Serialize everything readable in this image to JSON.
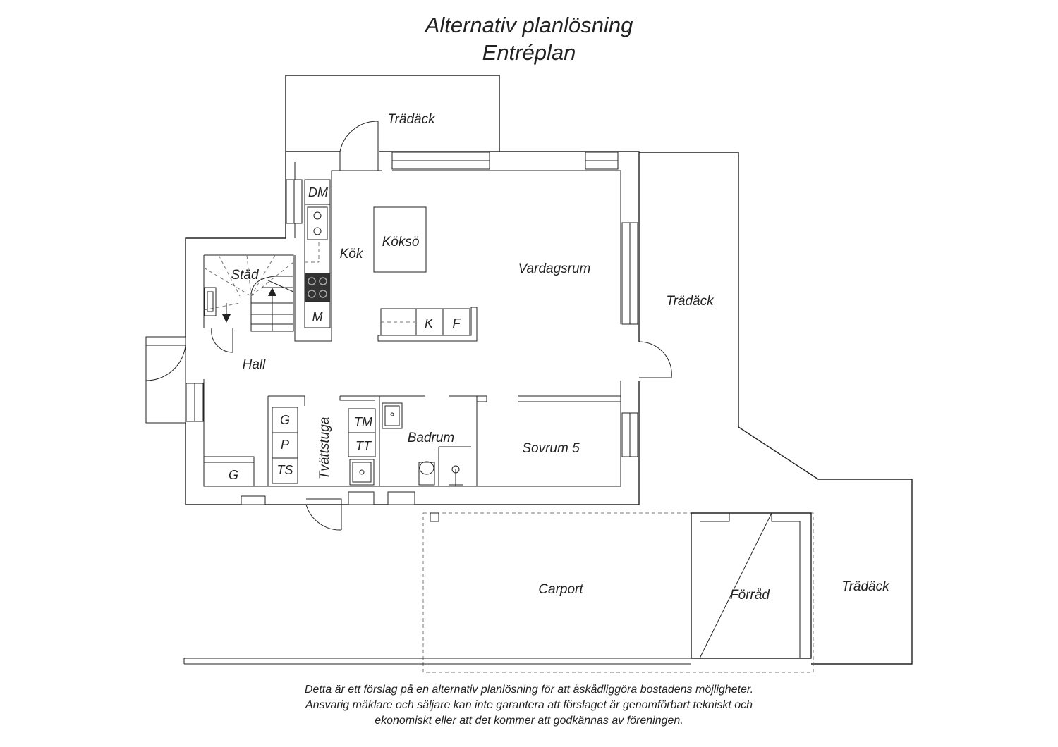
{
  "title": {
    "line1": "Alternativ planlösning",
    "line2": "Entréplan"
  },
  "rooms": {
    "tradack_top": "Trädäck",
    "tradack_right": "Trädäck",
    "tradack_bottom": "Trädäck",
    "kok": "Kök",
    "koks": "Köksö",
    "vardagsrum": "Vardagsrum",
    "stad": "Städ",
    "hall": "Hall",
    "tvattstuga": "Tvättstuga",
    "badrum": "Badrum",
    "sovrum": "Sovrum 5",
    "carport": "Carport",
    "forrad": "Förråd"
  },
  "fixtures": {
    "dm": "DM",
    "m": "M",
    "k": "K",
    "f": "F",
    "g1": "G",
    "p": "P",
    "ts": "TS",
    "g2": "G",
    "tm": "TM",
    "tt": "TT"
  },
  "disclaimer": {
    "line1": "Detta är ett förslag på en alternativ planlösning för att åskådliggöra bostadens möjligheter.",
    "line2": "Ansvarig mäklare och säljare kan inte garantera att förslaget är genomförbart tekniskt och",
    "line3": "ekonomiskt eller att det kommer att godkännas av föreningen."
  }
}
